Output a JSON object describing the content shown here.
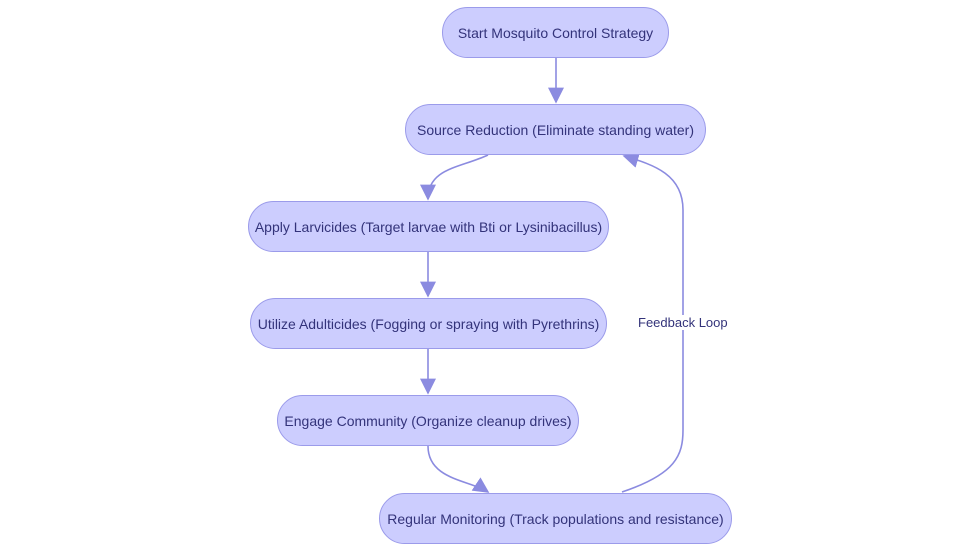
{
  "diagram": {
    "nodes": {
      "start": "Start Mosquito Control Strategy",
      "source_reduction": "Source Reduction (Eliminate standing water)",
      "larvicides": "Apply Larvicides (Target larvae with Bti or Lysinibacillus)",
      "adulticides": "Utilize Adulticides (Fogging or spraying with Pyrethrins)",
      "community": "Engage Community (Organize cleanup drives)",
      "monitoring": "Regular Monitoring (Track populations and resistance)"
    },
    "edges": [
      {
        "from": "start",
        "to": "source_reduction"
      },
      {
        "from": "source_reduction",
        "to": "larvicides"
      },
      {
        "from": "larvicides",
        "to": "adulticides"
      },
      {
        "from": "adulticides",
        "to": "community"
      },
      {
        "from": "community",
        "to": "monitoring"
      },
      {
        "from": "monitoring",
        "to": "source_reduction",
        "label": "Feedback Loop"
      }
    ],
    "colors": {
      "node_fill": "#cccdfe",
      "node_border": "#9b9bea",
      "edge": "#8b8be0",
      "text": "#33337a"
    }
  }
}
